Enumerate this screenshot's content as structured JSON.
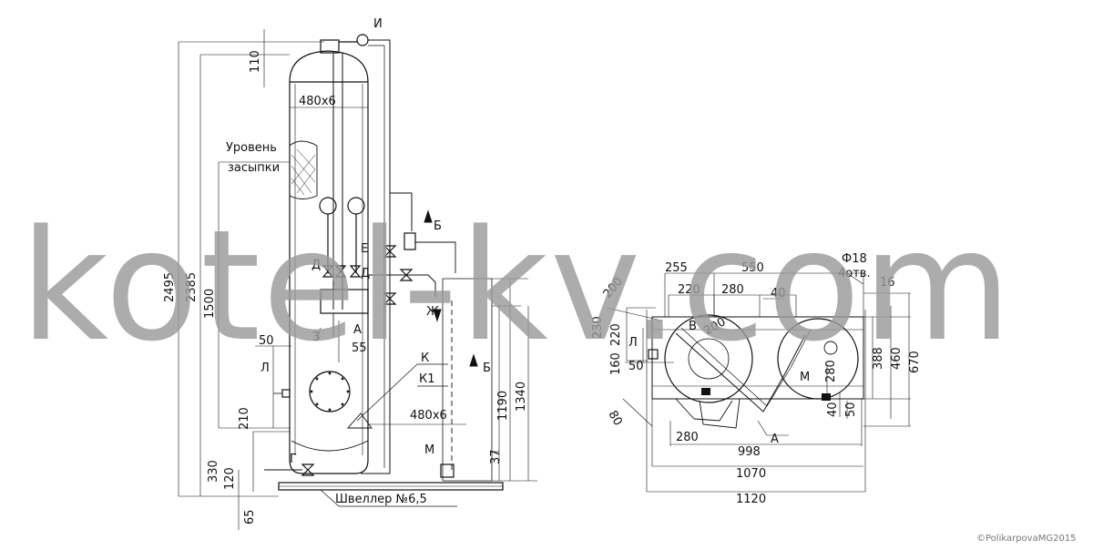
{
  "watermark": "kotel-kv.com",
  "copyright": "©PolikarpovaMG2015",
  "colors": {
    "line": "#111111",
    "watermark": "#9a9a9a",
    "background": "#ffffff"
  },
  "side_view": {
    "letters": {
      "I": "И",
      "B": "Б",
      "E": "Е",
      "D_left": "Д",
      "D_right": "Д",
      "A": "А",
      "Zh": "Ж",
      "K": "К",
      "K1": "К1",
      "B2": "Б",
      "M": "М",
      "L": "Л",
      "G": "Г",
      "Z3": "З"
    },
    "fill_level_label_1": "Уровень",
    "fill_level_label_2": "засыпки",
    "channel_label": "Швеллер №6,5",
    "dims": {
      "d2495": "2495",
      "d2385": "2385",
      "d1500": "1500",
      "d110": "110",
      "d480_top": "480x6",
      "d480_bot": "480x6",
      "d50": "50",
      "d55": "55",
      "d210": "210",
      "d330": "330",
      "d120": "120",
      "d65": "65",
      "d1190": "1190",
      "d1340": "1340",
      "d37": "37"
    }
  },
  "plan_view": {
    "letters": {
      "V": "В",
      "L": "Л",
      "A": "А",
      "M": "М"
    },
    "dims": {
      "d255": "255",
      "d550": "550",
      "d220": "220",
      "d280_top": "280",
      "d40_top": "40",
      "d200_a": "200",
      "d200_b": "200",
      "d230": "230",
      "d160": "160",
      "d220_v": "220",
      "d50": "50",
      "d80": "80",
      "d280_bot": "280",
      "d280_v": "280",
      "d40_v": "40",
      "d50_v": "50",
      "d388": "388",
      "d460": "460",
      "d670": "670",
      "d998": "998",
      "d1070": "1070",
      "d1120": "1120",
      "d16": "16",
      "phi18": "Ф18",
      "holes": "4отв."
    }
  }
}
